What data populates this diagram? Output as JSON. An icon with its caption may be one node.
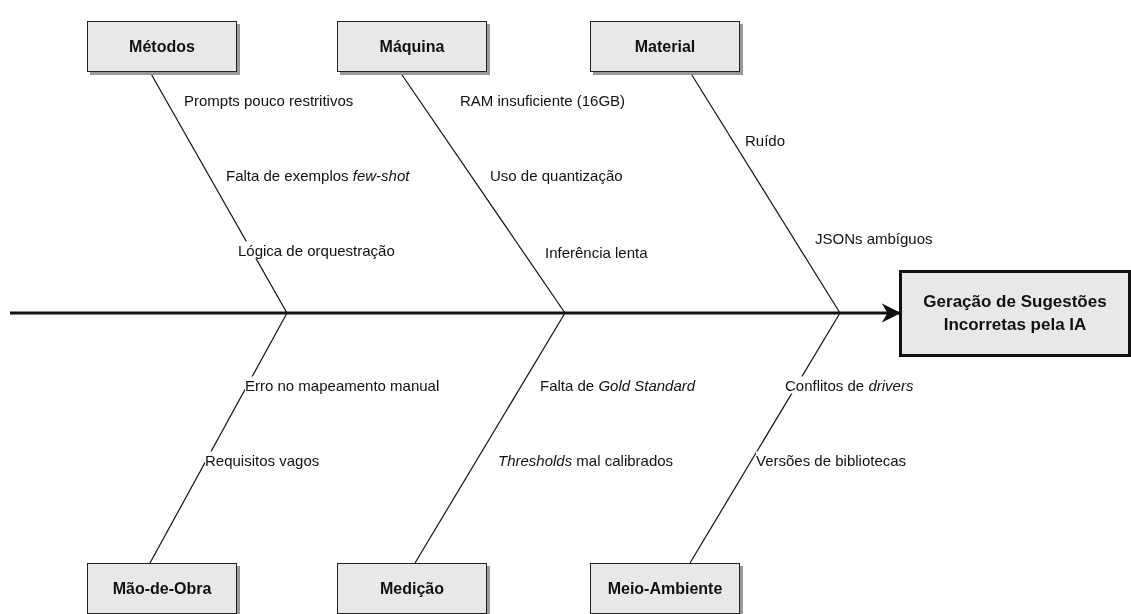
{
  "diagram": {
    "nodes": [
      {
        "text": [
          "Métodos"
        ]
      },
      {
        "text": [
          "Máquina"
        ]
      },
      {
        "text": [
          "Material"
        ]
      },
      {
        "text": [
          "Geração de Sugestões Incorretas pela IA"
        ]
      },
      {
        "text": [
          "Mão-de-Obra"
        ]
      },
      {
        "text": [
          "Medição"
        ]
      },
      {
        "text": [
          "Meio-Ambiente"
        ]
      }
    ],
    "edges": [
      {
        "from": null,
        "to": 3,
        "arrow": "to",
        "style": "thick"
      },
      {
        "from": 0,
        "to": null,
        "arrow": "none"
      },
      {
        "from": 1,
        "to": null,
        "arrow": "none"
      },
      {
        "from": 2,
        "to": null,
        "arrow": "none"
      },
      {
        "from": 4,
        "to": null,
        "arrow": "none"
      },
      {
        "from": 5,
        "to": null,
        "arrow": "none"
      },
      {
        "from": 6,
        "to": null,
        "arrow": "none"
      }
    ],
    "labels": [
      "Prompts pouco restritivos",
      "RAM insuficiente (16GB)",
      "Ruído",
      "Falta de exemplos *few-shot*",
      "Uso de quantização",
      "JSONs ambíguos",
      "Lógica de orquestração",
      "Inferência lenta",
      "Erro no mapeamento manual",
      "Falta de *Gold Standard*",
      "Conflitos de *drivers*",
      "Requisitos vagos",
      "*Thresholds* mal calibrados",
      "Versões de bibliotecas"
    ]
  }
}
